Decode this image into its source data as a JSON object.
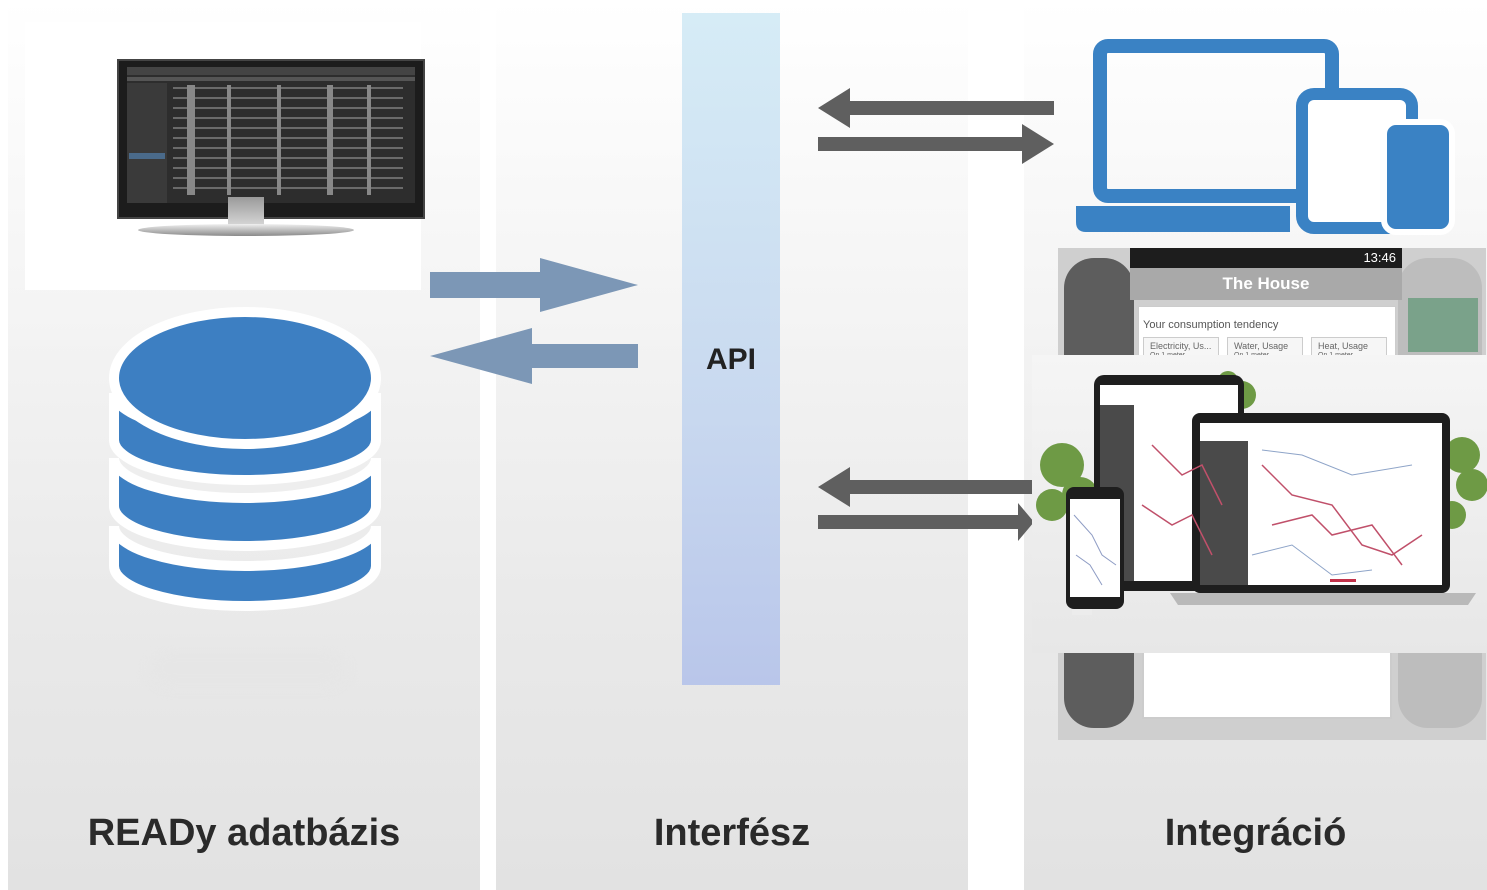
{
  "columns": {
    "left": {
      "title": "READy adatbázis"
    },
    "middle": {
      "title": "Interfész",
      "api_label": "API"
    },
    "right": {
      "title": "Integráció"
    }
  },
  "app_screenshot": {
    "status_time": "13:46",
    "header": "The House",
    "card_title": "Your consumption tendency",
    "chips": [
      {
        "label": "Electricity, Us...",
        "sub": "On 1 meter"
      },
      {
        "label": "Water, Usage",
        "sub": "On 1 meter"
      },
      {
        "label": "Heat, Usage",
        "sub": "On 1 meter"
      }
    ]
  },
  "colors": {
    "database_blue": "#3d7fc2",
    "device_blue": "#3a82c4",
    "arrow_left_panel": "#7c97b6",
    "arrow_right_panel": "#5f5f5f"
  },
  "icons": [
    "monitor-icon",
    "database-icon",
    "devices-icon"
  ]
}
